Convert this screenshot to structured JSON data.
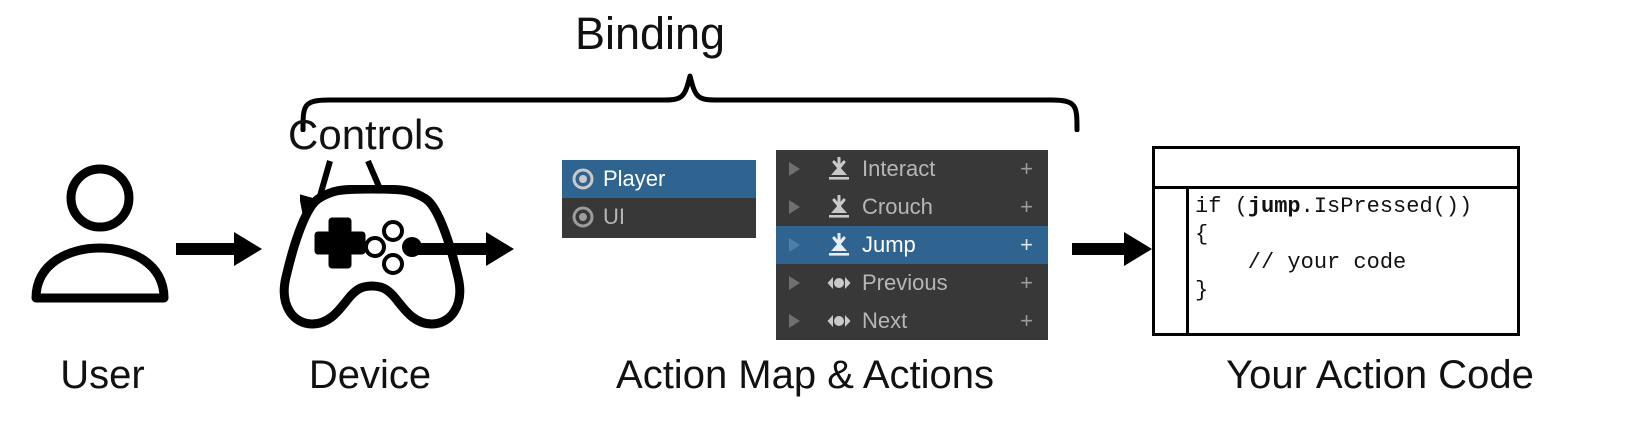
{
  "diagram": {
    "title": "Binding",
    "controls_label": "Controls",
    "captions": {
      "user": "User",
      "device": "Device",
      "action_map": "Action Map & Actions",
      "code": "Your Action Code"
    }
  },
  "action_maps": {
    "items": [
      {
        "label": "Player",
        "icon": "action-map-icon",
        "selected": true
      },
      {
        "label": "UI",
        "icon": "action-map-icon",
        "selected": false
      }
    ]
  },
  "actions": {
    "add_label": "+",
    "items": [
      {
        "label": "Interact",
        "icon": "button-action-icon",
        "selected": false,
        "expander": "▶"
      },
      {
        "label": "Crouch",
        "icon": "button-action-icon",
        "selected": false,
        "expander": "▶"
      },
      {
        "label": "Jump",
        "icon": "button-action-icon",
        "selected": true,
        "expander": "▶"
      },
      {
        "label": "Previous",
        "icon": "axis-action-icon",
        "selected": false,
        "expander": "▶"
      },
      {
        "label": "Next",
        "icon": "axis-action-icon",
        "selected": false,
        "expander": "▶"
      }
    ]
  },
  "code_window": {
    "lines": [
      {
        "pre": "if (",
        "bold": "jump",
        "post": ".IsPressed())"
      },
      {
        "pre": "{",
        "bold": "",
        "post": ""
      },
      {
        "pre": "    // your code",
        "bold": "",
        "post": ""
      },
      {
        "pre": "}",
        "bold": "",
        "post": ""
      }
    ]
  },
  "colors": {
    "selected_blue": "#2f6490",
    "panel_dark": "#383838",
    "text_grey": "#b6b6b6",
    "stroke_black": "#000000"
  }
}
